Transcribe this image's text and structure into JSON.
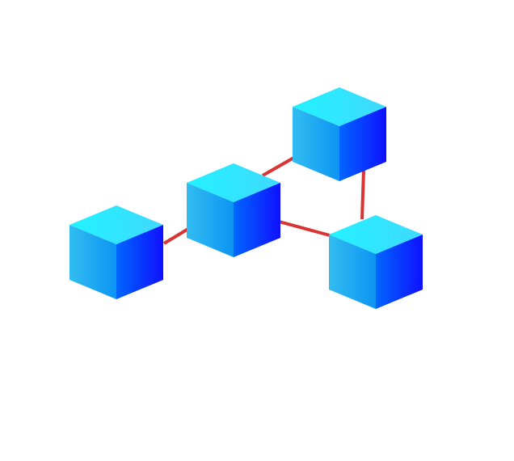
{
  "diagram": {
    "type": "network",
    "nodes": [
      {
        "id": "cube-left",
        "shape": "cube"
      },
      {
        "id": "cube-center",
        "shape": "cube"
      },
      {
        "id": "cube-top-right",
        "shape": "cube"
      },
      {
        "id": "cube-bottom-right",
        "shape": "cube"
      }
    ],
    "edges": [
      {
        "from": "cube-left",
        "to": "cube-center"
      },
      {
        "from": "cube-center",
        "to": "cube-top-right"
      },
      {
        "from": "cube-center",
        "to": "cube-bottom-right"
      },
      {
        "from": "cube-top-right",
        "to": "cube-bottom-right"
      }
    ],
    "colors": {
      "background": "#ffffff",
      "connector": "#d93434",
      "top_light": "#22f2ff",
      "top_dark": "#3fd9ff",
      "left_light": "#31bdf0",
      "left_dark": "#0d94f3",
      "right_light": "#0066ff",
      "right_dark": "#1010ff"
    }
  }
}
